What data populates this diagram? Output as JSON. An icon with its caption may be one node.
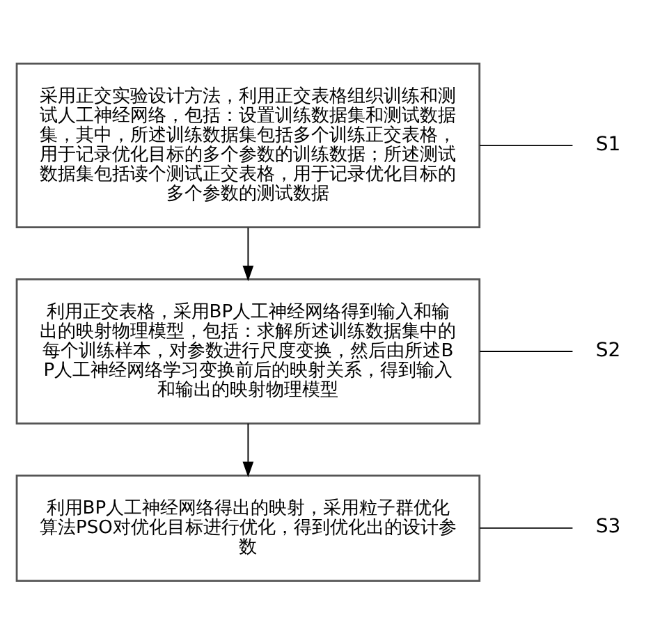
{
  "diagram": {
    "nodes": [
      {
        "text": [
          "采用正交实验设计方法，利用正交表格组织训练和测试人工神经网络，包括：设置训练数据集和测试数据集，其中，所述训练数据集包括多个训练正交表格，用于记录优化目标的多个参数的训练数据；所述测试数据集包括读个测试正交表格，用于记录优化目标的多个参数的测试数据"
        ]
      },
      {
        "text": [
          "S1"
        ]
      },
      {
        "text": [
          "利用正交表格，采用BP人工神经网络得到输入和输出的映射物理模型，包括：求解所述训练数据集中的每个训练样本，对参数进行尺度变换，然后由所述BP人工神经网络学习变换前后的映射关系，得到输入和输出的映射物理模型"
        ]
      },
      {
        "text": [
          "S2"
        ]
      },
      {
        "text": [
          "利用BP人工神经网络得出的映射，采用粒子群优化算法PSO对优化目标进行优化，得到优化出的设计参数"
        ]
      },
      {
        "text": [
          "S3"
        ]
      }
    ],
    "edges": [
      {
        "from": 0,
        "to": 2,
        "arrow": "to"
      },
      {
        "from": 2,
        "to": 4,
        "arrow": "to"
      },
      {
        "from": 0,
        "to": 1,
        "arrow": "none"
      },
      {
        "from": 2,
        "to": 3,
        "arrow": "none"
      },
      {
        "from": 4,
        "to": 5,
        "arrow": "none"
      }
    ]
  }
}
